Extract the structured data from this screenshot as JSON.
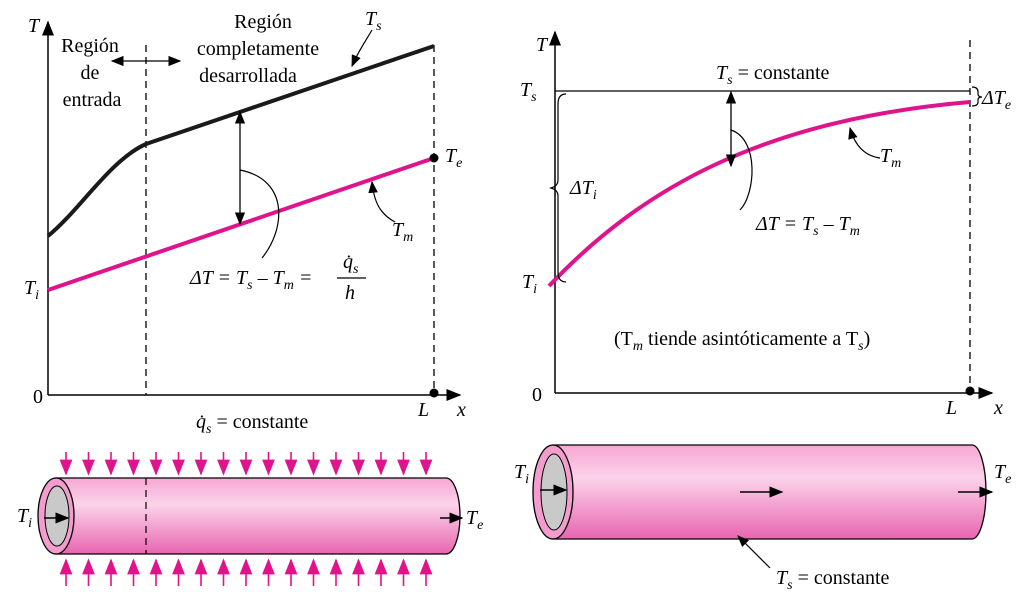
{
  "left_panel": {
    "y_axis_label": "T",
    "x_axis_label": "x",
    "origin_label": "0",
    "length_label": "L",
    "entry_region": [
      "Región",
      "de",
      "entrada"
    ],
    "developed_region": [
      "Región",
      "completamente",
      "desarrollada"
    ],
    "ts_symbol": "T",
    "ts_sub": "s",
    "tm_symbol": "T",
    "tm_sub": "m",
    "ti_symbol": "T",
    "ti_sub": "i",
    "te_symbol": "T",
    "te_sub": "e",
    "delta_equation_parts": [
      "ΔT = T",
      "s",
      " – T",
      "m",
      " ="
    ],
    "fraction_numerator": "q̇",
    "fraction_numerator_sub": "s",
    "fraction_denominator": "h",
    "condition_symbol": "q̇",
    "condition_sub": "s",
    "condition_text": " = constante"
  },
  "right_panel": {
    "y_axis_label": "T",
    "x_axis_label": "x",
    "origin_label": "0",
    "length_label": "L",
    "ts_const_parts": [
      "T",
      "s",
      " = constante"
    ],
    "ts_axis": "T",
    "ts_axis_sub": "s",
    "ti_symbol": "T",
    "ti_sub": "i",
    "tm_symbol": "T",
    "tm_sub": "m",
    "delta_ti": "ΔT",
    "delta_ti_sub": "i",
    "delta_te": "ΔT",
    "delta_te_sub": "e",
    "delta_equation_parts": [
      "ΔT = T",
      "s",
      " – T",
      "m"
    ],
    "asymptote_parts": [
      "(T",
      "m",
      " tiende asintóticamente a T",
      "s",
      ")"
    ],
    "tube_ti": "T",
    "tube_ti_sub": "i",
    "tube_te": "T",
    "tube_te_sub": "e",
    "tube_caption_parts": [
      "T",
      "s",
      " = constante"
    ]
  },
  "colors": {
    "magenta": "#e0138c",
    "tube_pink": "#f07cc0",
    "tube_light": "#fbd3ea",
    "surface_black": "#1a1a1a"
  }
}
